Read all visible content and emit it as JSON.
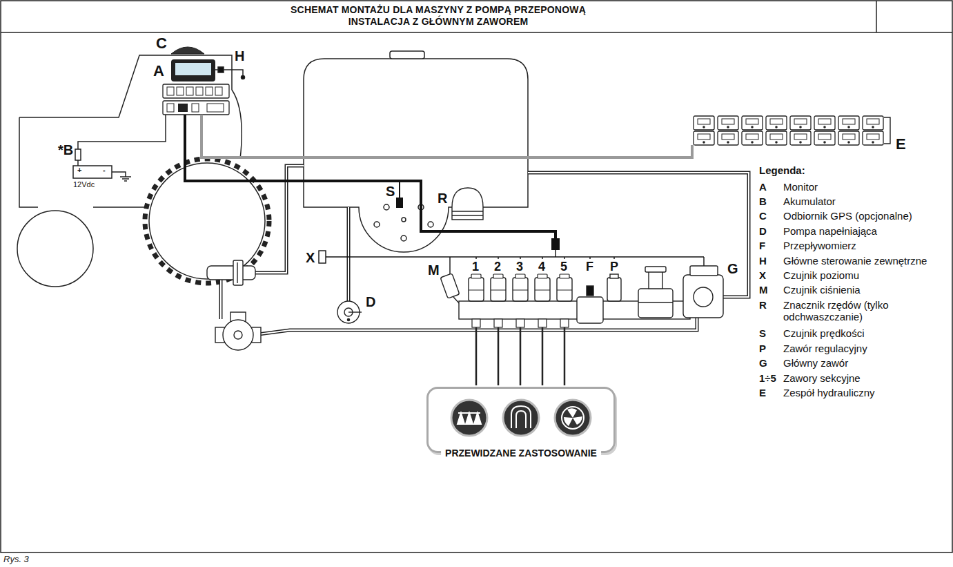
{
  "diagram": {
    "title": "SCHEMAT MONTAŻU DLA MASZYNY Z POMPĄ PRZEPONOWĄ INSTALACJA Z GŁÓWNYM ZAWOREM",
    "caption": "Rys. 3",
    "nodes": [
      {
        "text": [
          "PRZEWIDZANE ZASTOSOWANIE"
        ]
      }
    ],
    "labels": [
      "C",
      "A",
      "H",
      "*B",
      "+",
      "-",
      "12Vdc",
      "S",
      "R",
      "X",
      "E",
      "D",
      "M",
      "1",
      "2",
      "3",
      "4",
      "5",
      "F",
      "P",
      "G",
      "Legenda:",
      "A",
      "B",
      "C",
      "D",
      "F",
      "H",
      "X",
      "M",
      "R",
      "S",
      "P",
      "G",
      "1÷5",
      "E"
    ],
    "legend": [
      {
        "text": "Monitor"
      },
      {
        "text": "Akumulator"
      },
      {
        "text": "Odbiornik GPS (opcjonalne)"
      },
      {
        "text": "Pompa napełniająca"
      },
      {
        "text": "Przepływomierz"
      },
      {
        "text": "Główne sterowanie zewnętrzne"
      },
      {
        "text": "Czujnik poziomu"
      },
      {
        "text": "Czujnik ciśnienia"
      },
      {
        "text": "Znacznik rzędów (tylko odchwaszczanie)"
      },
      {
        "text": "Czujnik prędkości"
      },
      {
        "text": "Zawór regulacyjny"
      },
      {
        "text": "Główny zawór"
      },
      {
        "text": "Zawory sekcyjne"
      },
      {
        "text": "Zespół hydrauliczny"
      }
    ]
  }
}
